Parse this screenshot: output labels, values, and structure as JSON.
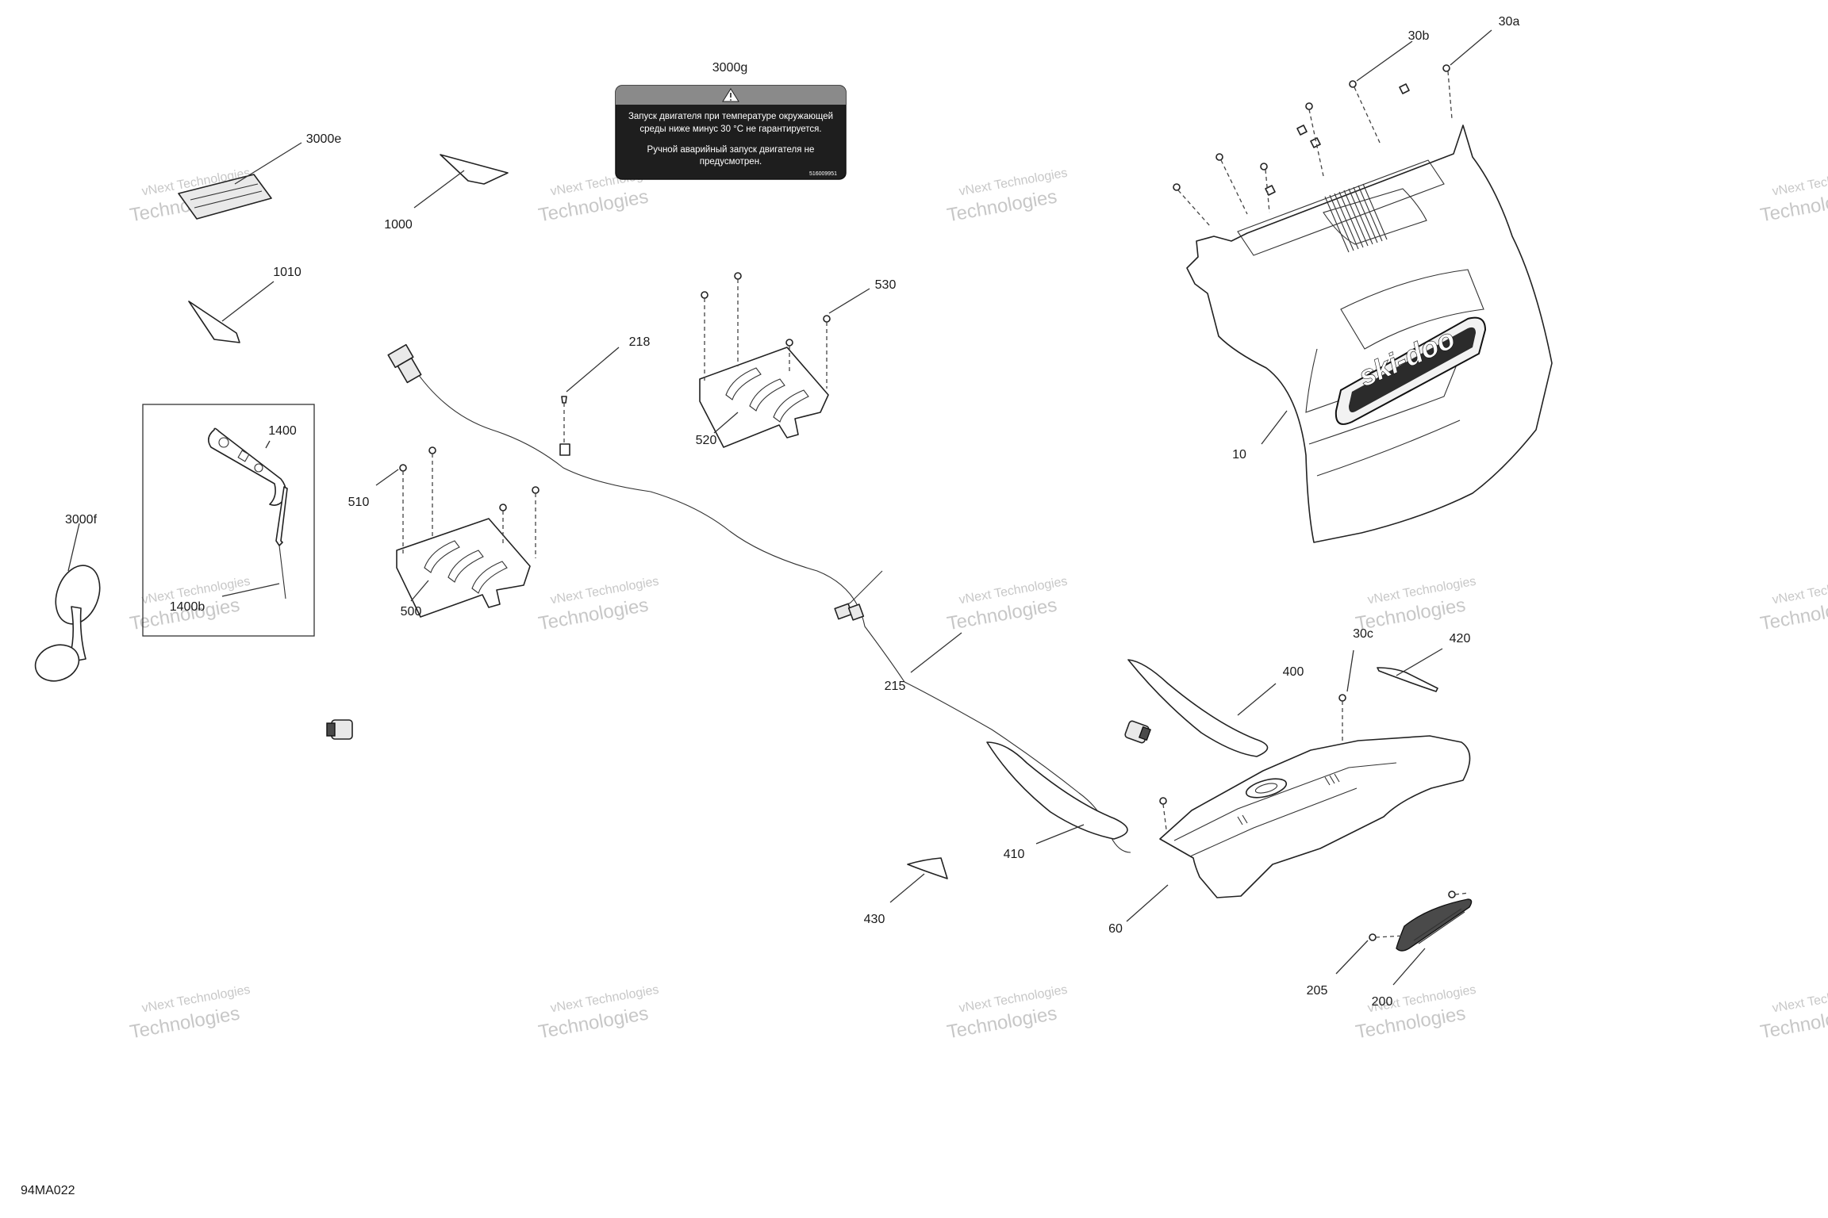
{
  "diagram": {
    "code": "94MA022",
    "watermark": {
      "line1": "vNext Technologies",
      "line2": "Technologies"
    },
    "callouts": [
      {
        "id": "3000g",
        "label": "3000g"
      },
      {
        "id": "3000e",
        "label": "3000e"
      },
      {
        "id": "1000",
        "label": "1000"
      },
      {
        "id": "1010",
        "label": "1010"
      },
      {
        "id": "1400",
        "label": "1400"
      },
      {
        "id": "1400b",
        "label": "1400b"
      },
      {
        "id": "3000f",
        "label": "3000f"
      },
      {
        "id": "218",
        "label": "218"
      },
      {
        "id": "530",
        "label": "530"
      },
      {
        "id": "520",
        "label": "520"
      },
      {
        "id": "510",
        "label": "510"
      },
      {
        "id": "500",
        "label": "500"
      },
      {
        "id": "215",
        "label": "215"
      },
      {
        "id": "30b",
        "label": "30b"
      },
      {
        "id": "30a",
        "label": "30a"
      },
      {
        "id": "10",
        "label": "10"
      },
      {
        "id": "30c",
        "label": "30c"
      },
      {
        "id": "420",
        "label": "420"
      },
      {
        "id": "400",
        "label": "400"
      },
      {
        "id": "410",
        "label": "410"
      },
      {
        "id": "430",
        "label": "430"
      },
      {
        "id": "60",
        "label": "60"
      },
      {
        "id": "205",
        "label": "205"
      },
      {
        "id": "200",
        "label": "200"
      }
    ],
    "warning_decal": {
      "line1": "Запуск двигателя при температуре окружающей",
      "line2": "среды ниже минус 30 °C не гарантируется.",
      "line3": "Ручной аварийный запуск двигателя не",
      "line4": "предусмотрен.",
      "code": "516009951"
    },
    "brand_logo": "ski-doo"
  }
}
